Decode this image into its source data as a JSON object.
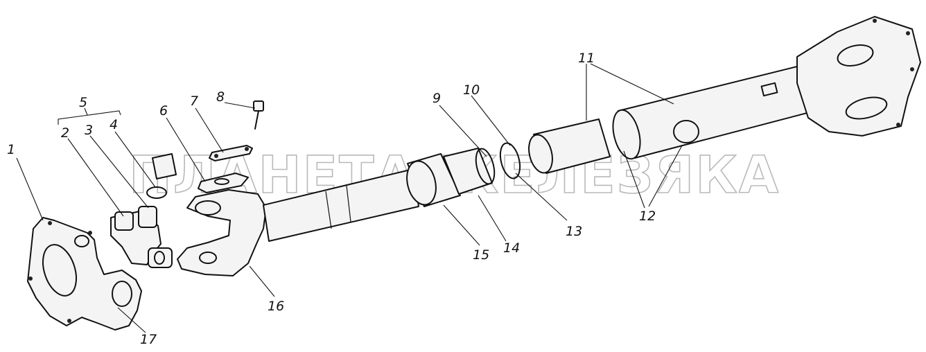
{
  "watermark": "ПЛАНЕТА ЖЕЛЕЗЯКА",
  "callouts": {
    "c1": "1",
    "c2": "2",
    "c3": "3",
    "c4": "4",
    "c5": "5",
    "c6": "6",
    "c7": "7",
    "c8": "8",
    "c9": "9",
    "c10": "10",
    "c11": "11",
    "c12": "12",
    "c13": "13",
    "c14": "14",
    "c15": "15",
    "c16": "16",
    "c17": "17"
  },
  "colors": {
    "ink": "#111111",
    "watermark": "#b9b9b9",
    "background": "#ffffff"
  }
}
